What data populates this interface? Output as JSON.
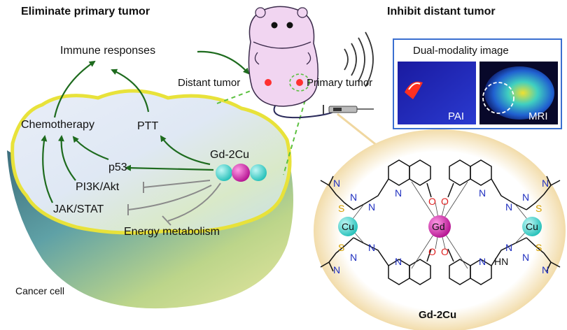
{
  "titles": {
    "left": "Eliminate primary tumor",
    "right": "Inhibit distant tumor"
  },
  "pathway": {
    "immune": "Immune responses",
    "chemo": "Chemotherapy",
    "ptt": "PTT",
    "p53": "p53",
    "pi3k": "PI3K/Akt",
    "jak": "JAK/STAT",
    "energy": "Energy metabolism",
    "agent": "Gd-2Cu",
    "cell": "Cancer cell"
  },
  "mouse": {
    "distant": "Distant tumor",
    "primary": "Primary tumor"
  },
  "imaging": {
    "title": "Dual-modality image",
    "pai": "PAI",
    "mri": "MRI"
  },
  "molecule": {
    "name": "Gd-2Cu",
    "gd": "Gd",
    "cu": "Cu",
    "s": "S",
    "n": "N",
    "o": "O",
    "hn": "HN"
  },
  "colors": {
    "arrow_green": "#1e6b1e",
    "inhibit_gray": "#8a8a8a",
    "gd_magenta": "#c21aa8",
    "cu_cyan": "#35d6d0",
    "box_blue": "#3a6fd0",
    "ring_gold": "#f0d7a0"
  }
}
